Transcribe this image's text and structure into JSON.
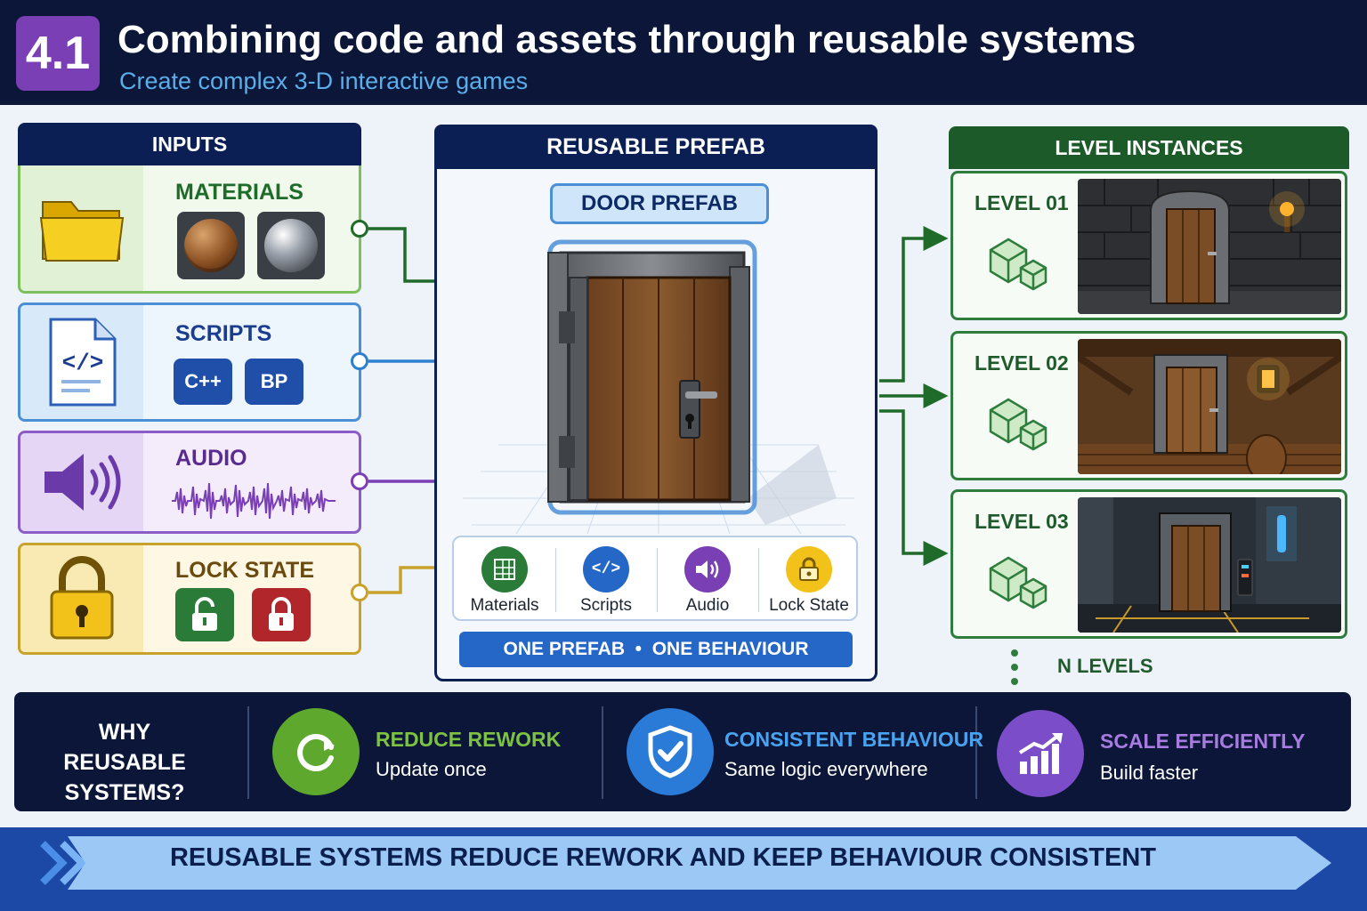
{
  "header": {
    "badge": "4.1",
    "title": "Combining code and assets through reusable systems",
    "subtitle": "Create complex 3-D interactive games"
  },
  "inputs": {
    "title": "INPUTS",
    "rows": [
      {
        "label": "MATERIALS",
        "icon": "folder-icon",
        "color": "#1f6b2a",
        "bg": "#e4f3dc",
        "border": "#7cbf5c"
      },
      {
        "label": "SCRIPTS",
        "icon": "code-file-icon",
        "color": "#1a3d8f",
        "bg": "#e1eefb",
        "border": "#4b8fd6",
        "chips": [
          "C++",
          "BP"
        ]
      },
      {
        "label": "AUDIO",
        "icon": "speaker-icon",
        "color": "#5a2a8f",
        "bg": "#ede2f7",
        "border": "#8c5cc8"
      },
      {
        "label": "LOCK STATE",
        "icon": "padlock-icon",
        "color": "#6b4a10",
        "bg": "#fbf3d4",
        "border": "#c9a22b"
      }
    ]
  },
  "prefab": {
    "title": "REUSABLE PREFAB",
    "door_label": "DOOR PREFAB",
    "components": [
      "Materials",
      "Scripts",
      "Audio",
      "Lock State"
    ],
    "tagline": "ONE PREFAB  •  ONE BEHAVIOUR"
  },
  "levels": {
    "title": "LEVEL INSTANCES",
    "items": [
      "LEVEL 01",
      "LEVEL 02",
      "LEVEL 03"
    ],
    "more": "N LEVELS"
  },
  "why": {
    "title": "WHY REUSABLE SYSTEMS?",
    "items": [
      {
        "head": "REDUCE REWORK",
        "text": "Update once",
        "color": "#7dc242",
        "icon": "refresh-icon"
      },
      {
        "head": "CONSISTENT BEHAVIOUR",
        "text": "Same logic everywhere",
        "color": "#4aa3f0",
        "icon": "shield-check-icon"
      },
      {
        "head": "SCALE EFFICIENTLY",
        "text": "Build faster",
        "color": "#a77be0",
        "icon": "growth-chart-icon"
      }
    ]
  },
  "footer": {
    "text": "REUSABLE SYSTEMS REDUCE REWORK AND KEEP BEHAVIOUR CONSISTENT"
  }
}
